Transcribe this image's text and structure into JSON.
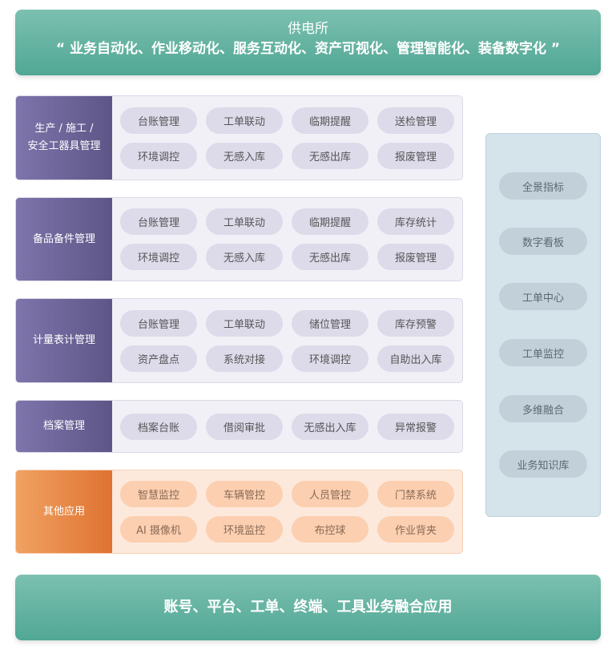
{
  "header": {
    "title": "供电所",
    "slogan": "“ 业务自动化、作业移动化、服务互动化、资产可视化、管理智能化、装备数字化 ”"
  },
  "sections": [
    {
      "label_line1": "生产 / 施工 /",
      "label_line2": "安全工器具管理",
      "items": [
        "台账管理",
        "工单联动",
        "临期提醒",
        "送检管理",
        "环境调控",
        "无感入库",
        "无感出库",
        "报废管理"
      ]
    },
    {
      "label_line1": "备品备件管理",
      "label_line2": "",
      "items": [
        "台账管理",
        "工单联动",
        "临期提醒",
        "库存统计",
        "环境调控",
        "无感入库",
        "无感出库",
        "报废管理"
      ]
    },
    {
      "label_line1": "计量表计管理",
      "label_line2": "",
      "items": [
        "台账管理",
        "工单联动",
        "储位管理",
        "库存预警",
        "资产盘点",
        "系统对接",
        "环境调控",
        "自助出入库"
      ]
    },
    {
      "label_line1": "档案管理",
      "label_line2": "",
      "items": [
        "档案台账",
        "借阅审批",
        "无感出入库",
        "异常报警"
      ]
    },
    {
      "label_line1": "其他应用",
      "label_line2": "",
      "items": [
        "智慧监控",
        "车辆管控",
        "人员管控",
        "门禁系统",
        "AI 摄像机",
        "环境监控",
        "布控球",
        "作业背夹"
      ]
    }
  ],
  "right_panel": {
    "items": [
      "全景指标",
      "数字看板",
      "工单中心",
      "工单监控",
      "多维融合",
      "业务知识库"
    ]
  },
  "footer": {
    "text": "账号、平台、工单、终端、工具业务融合应用"
  }
}
